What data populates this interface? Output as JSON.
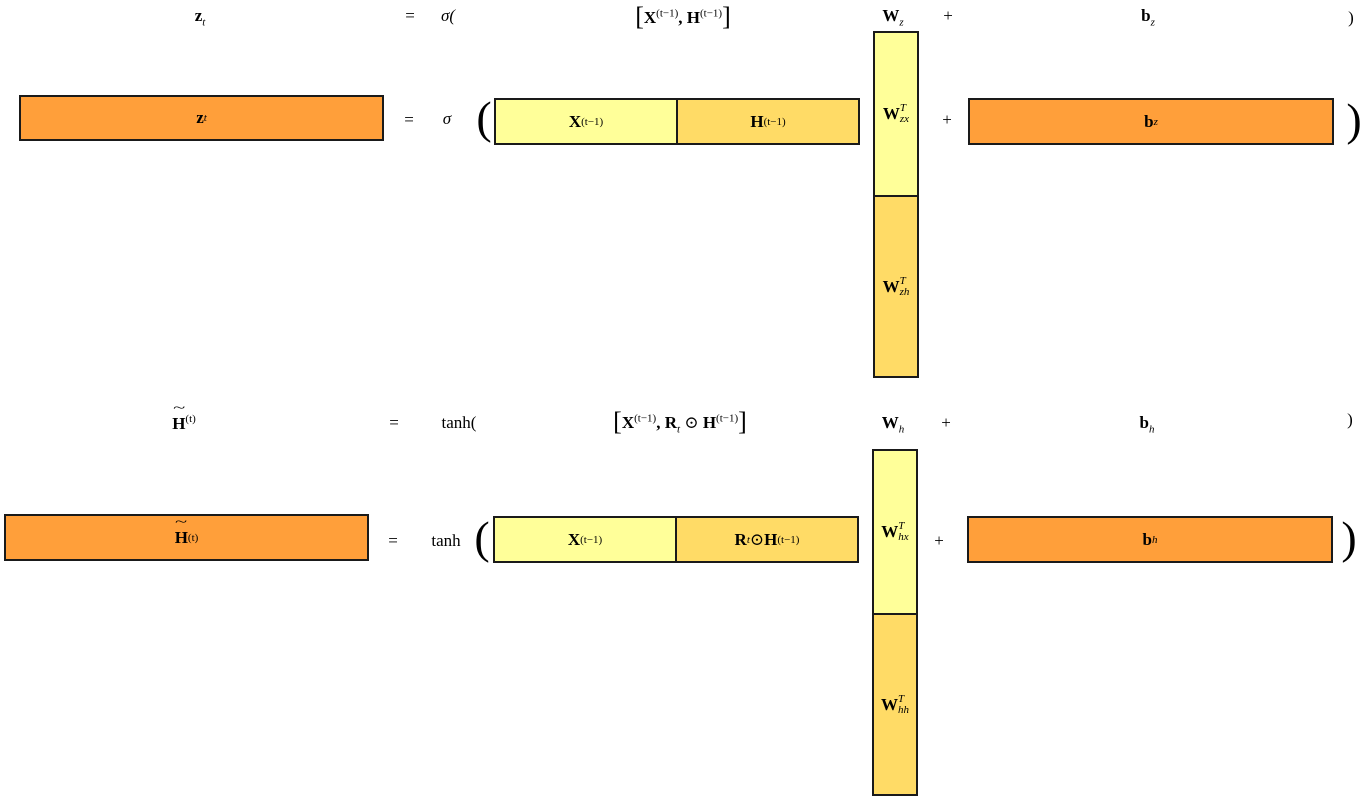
{
  "gate_z": {
    "compact": {
      "lhs_symbol": "z",
      "lhs_sub": "t",
      "equals": "=",
      "func": "σ(",
      "concat_open": "[",
      "concat_x": "X",
      "concat_x_sup": "(t−1)",
      "concat_comma": ", ",
      "concat_h": "H",
      "concat_h_sup": "(t−1)",
      "concat_close": "]",
      "weight": "W",
      "weight_sub": "z",
      "plus": "+",
      "bias": "b",
      "bias_sub": "z",
      "close": ")"
    },
    "block": {
      "lhs_symbol": "z",
      "lhs_sub": "t",
      "equals": "=",
      "func": "σ",
      "open_paren": "(",
      "x_label": "X",
      "x_sup": "(t−1)",
      "h_label": "H",
      "h_sup": "(t−1)",
      "w_top": "W",
      "w_top_sup": "T",
      "w_top_sub": "zx",
      "w_bottom": "W",
      "w_bottom_sup": "T",
      "w_bottom_sub": "zh",
      "plus": "+",
      "bias": "b",
      "bias_sub": "z",
      "close_paren": ")"
    }
  },
  "candidate_h": {
    "compact": {
      "lhs_symbol": "H",
      "lhs_sup": "(t)",
      "equals": "=",
      "func": "tanh(",
      "concat_open": "[",
      "concat_x": "X",
      "concat_x_sup": "(t−1)",
      "concat_comma": ", ",
      "concat_r": "R",
      "concat_r_sub": "t",
      "concat_odot": " ⊙ ",
      "concat_h": "H",
      "concat_h_sup": "(t−1)",
      "concat_close": "]",
      "weight": "W",
      "weight_sub": "h",
      "plus": "+",
      "bias": "b",
      "bias_sub": "h",
      "close": ")"
    },
    "block": {
      "lhs_symbol": "H",
      "lhs_sup": "(t)",
      "equals": "=",
      "func": "tanh",
      "open_paren": "(",
      "x_label": "X",
      "x_sup": "(t−1)",
      "r_label": "R",
      "r_sub": "t",
      "odot": " ⊙ ",
      "h_label": "H",
      "h_sup": "(t−1)",
      "w_top": "W",
      "w_top_sup": "T",
      "w_top_sub": "hx",
      "w_bottom": "W",
      "w_bottom_sup": "T",
      "w_bottom_sub": "hh",
      "plus": "+",
      "bias": "b",
      "bias_sub": "h",
      "close_paren": ")"
    }
  },
  "colors": {
    "orange": "#ff9f3a",
    "light_yellow": "#ffff99",
    "yellow": "#ffdb66",
    "border": "#1a1a1a"
  }
}
